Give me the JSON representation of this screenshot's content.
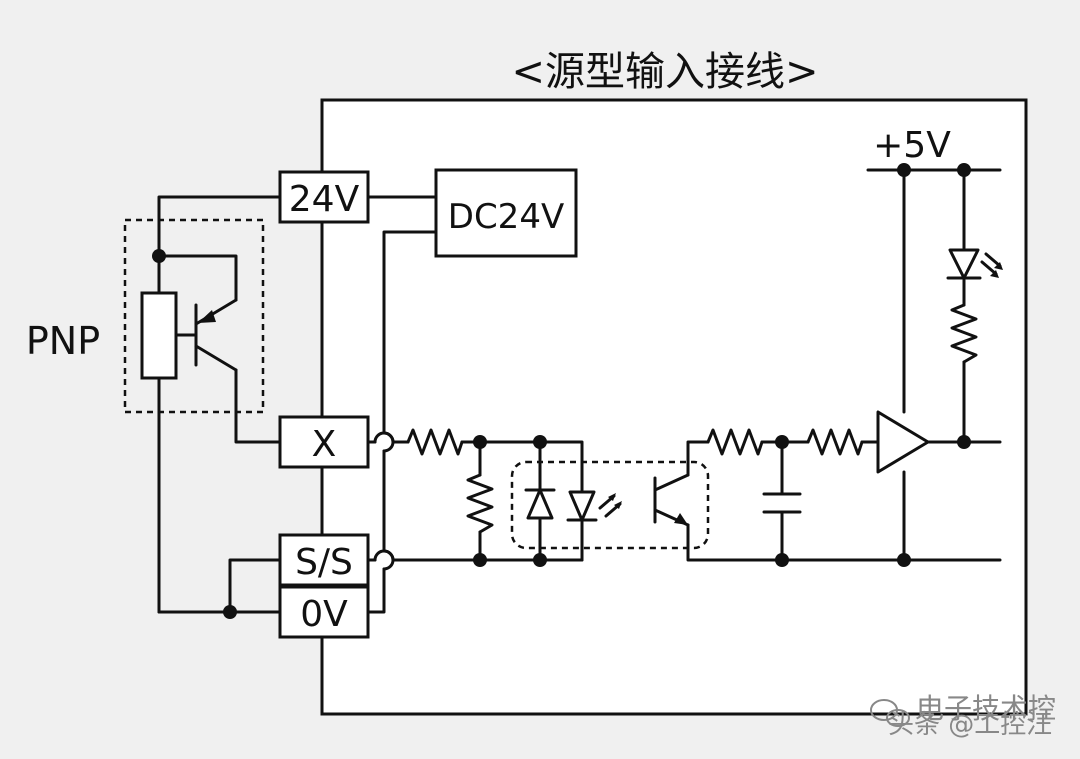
{
  "title": "<源型输入接线>",
  "device_label": "PNP",
  "terminals": {
    "t24v": "24V",
    "x": "X",
    "ss": "S/S",
    "ov": "0V"
  },
  "supply_label": "DC24V",
  "logic_supply_label": "+5V",
  "watermark": {
    "line1": "电子技术控",
    "line2": "头条 @工控汪"
  }
}
